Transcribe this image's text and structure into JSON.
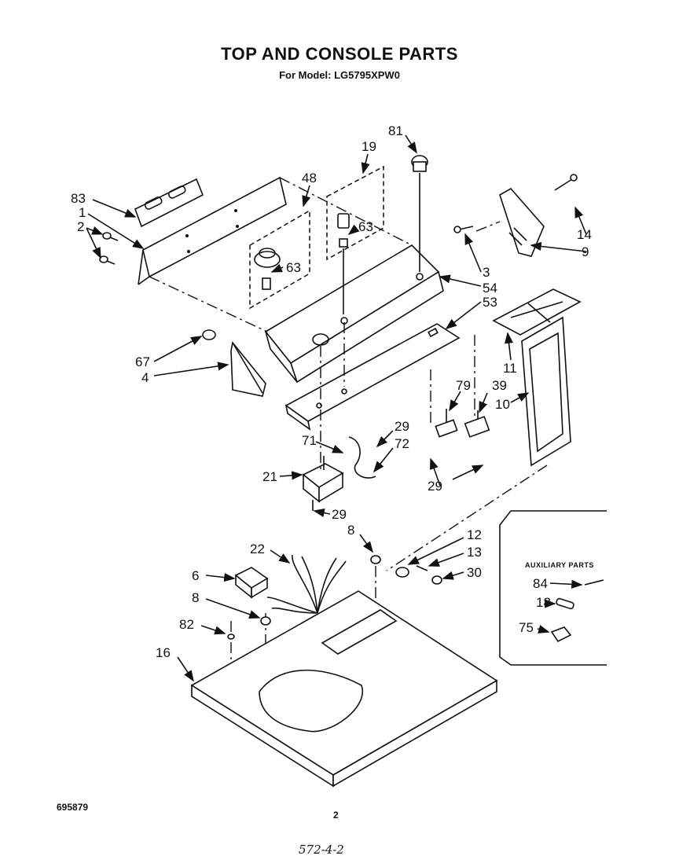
{
  "header": {
    "title": "TOP AND CONSOLE PARTS",
    "subtitle": "For Model: LG5795XPW0"
  },
  "footer": {
    "doc_number": "695879",
    "page_number": "2",
    "handwritten_note": "572-4-2"
  },
  "auxiliary": {
    "title": "AUXILIARY PARTS"
  },
  "callouts": {
    "c81": "81",
    "c19": "19",
    "c48": "48",
    "c83": "83",
    "c1": "1",
    "c2": "2",
    "c63a": "63",
    "c63b": "63",
    "c3": "3",
    "c54": "54",
    "c53": "53",
    "c14": "14",
    "c9": "9",
    "c11": "11",
    "c67": "67",
    "c4": "4",
    "c79": "79",
    "c39": "39",
    "c10": "10",
    "c29a": "29",
    "c71": "71",
    "c72": "72",
    "c21": "21",
    "c29b": "29",
    "c29c": "29",
    "c8a": "8",
    "c12": "12",
    "c13": "13",
    "c30": "30",
    "c22": "22",
    "c6": "6",
    "c8b": "8",
    "c82": "82",
    "c16": "16",
    "c84": "84",
    "c18": "18",
    "c75": "75"
  }
}
